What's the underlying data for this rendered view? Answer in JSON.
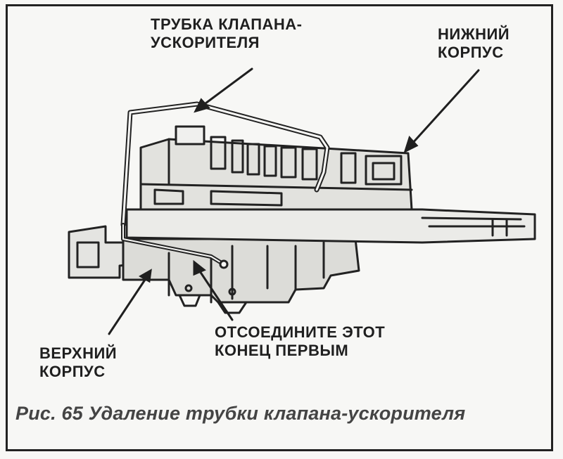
{
  "labels": {
    "tube": [
      "ТРУБКА КЛАПАНА-",
      "УСКОРИТЕЛЯ"
    ],
    "lower_body": [
      "НИЖНИЙ",
      "КОРПУС"
    ],
    "upper_body": [
      "ВЕРХНИЙ",
      "КОРПУС"
    ],
    "disconnect": [
      "ОТСОЕДИНИТЕ ЭТОТ",
      "КОНЕЦ ПЕРВЫМ"
    ]
  },
  "caption": "Рис. 65 Удаление трубки клапана-ускорителя",
  "colors": {
    "ink": "#1f1f1f",
    "caption": "#444444",
    "paper": "#f7f7f5"
  }
}
